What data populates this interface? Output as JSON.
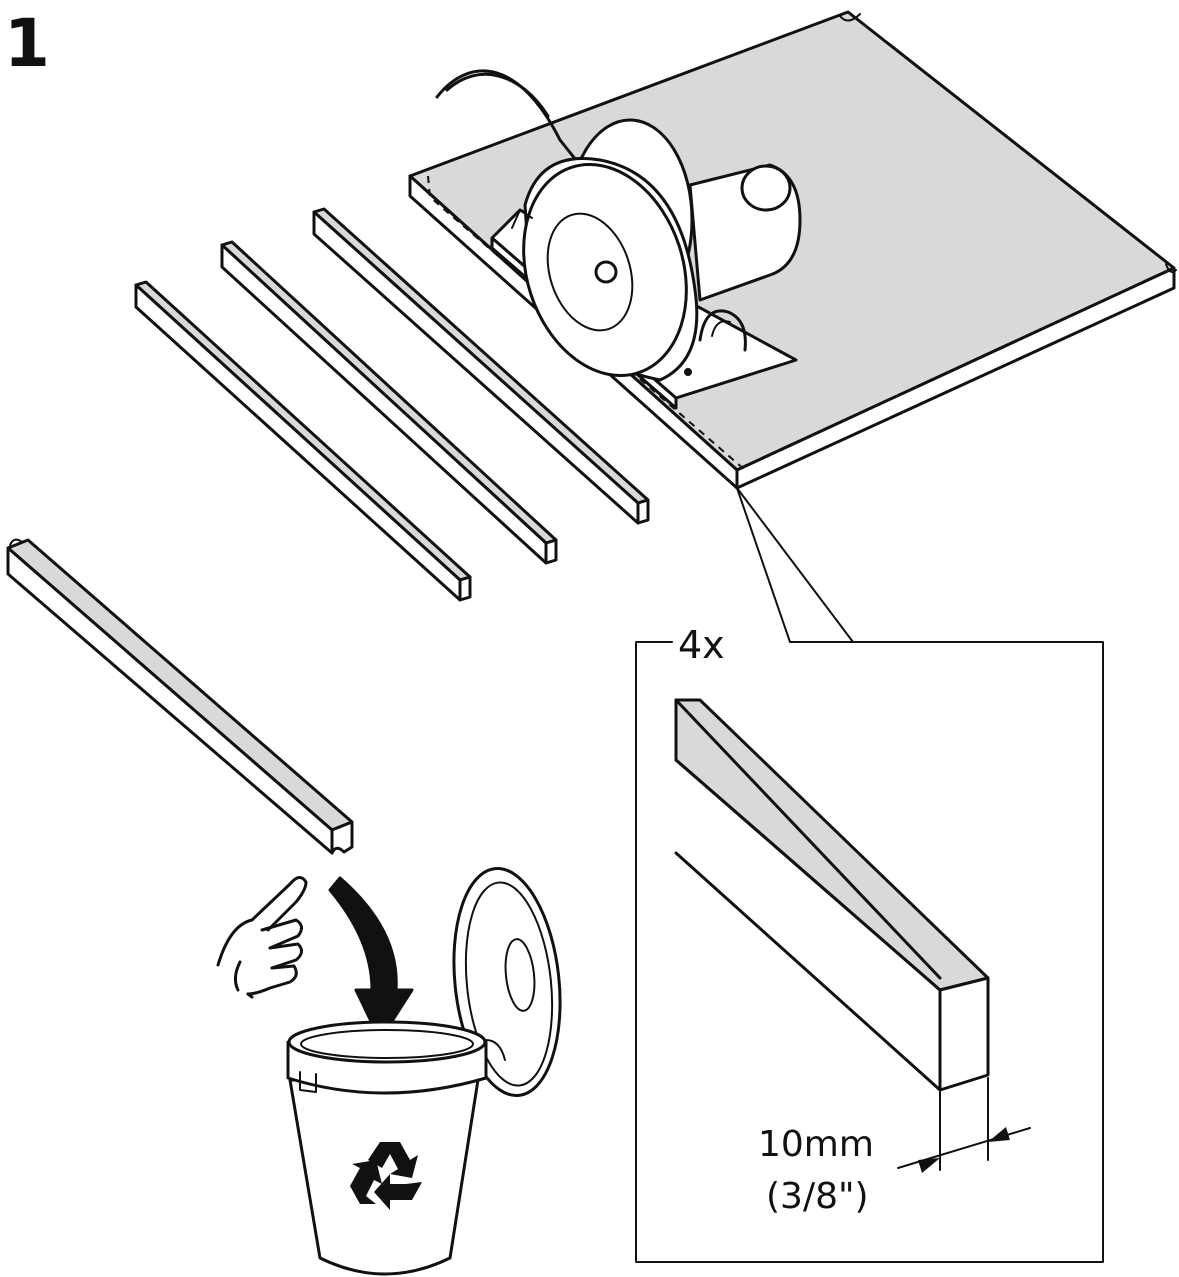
{
  "step": {
    "number": "1"
  },
  "callout": {
    "quantity": "4x"
  },
  "dimension": {
    "metric": "10mm",
    "imperial": "(3/8\")"
  },
  "colors": {
    "line": "#111111",
    "fill_gray": "#d9d9d9",
    "background": "#ffffff"
  },
  "icons": [
    "circular-saw-icon",
    "pointing-hand-icon",
    "recycle-bin-icon",
    "recycle-symbol-icon",
    "down-arrow-icon"
  ]
}
